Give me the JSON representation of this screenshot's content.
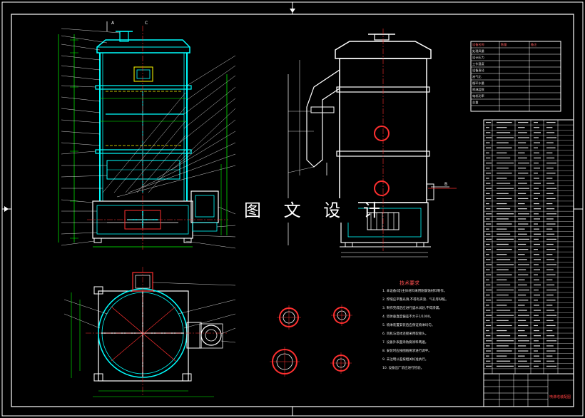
{
  "watermark": "图 文 设 计",
  "section_labels": {
    "a": "A",
    "b": "B",
    "c": "C"
  },
  "tech_notes": {
    "title": "技术要求",
    "items": [
      "1. 本设备(塔)主体材料采用耐腐蚀材料制作。",
      "2. 焊缝应平整光滑,不得有夹渣、气孔等缺陷。",
      "3. 制作完成后应进行盛水试验,不得渗漏。",
      "4. 塔体垂直度偏差不大于1/1000。",
      "5. 喷淋装置安装后应保证喷淋均匀。",
      "6. 风机与塔体连接采用软接头。",
      "7. 设备外表面涂防腐涂料两遍。",
      "8. 安装时应按图纸要求进行调平。",
      "9. 未注明公差按相关标准执行。",
      "10. 设备出厂前应进行检验。"
    ]
  },
  "spec_table": {
    "rows": [
      [
        "设备名称",
        "数量",
        "备注"
      ],
      [
        "处理风量",
        "",
        ""
      ],
      [
        "设计压力",
        "",
        ""
      ],
      [
        "工作温度",
        "",
        ""
      ],
      [
        "设备直径",
        "",
        ""
      ],
      [
        "液气比",
        "",
        ""
      ],
      [
        "循环水量",
        "",
        ""
      ],
      [
        "喷淋层数",
        "",
        ""
      ],
      [
        "电机功率",
        "",
        ""
      ],
      [
        "总重",
        "",
        ""
      ]
    ]
  },
  "title_block": {
    "name": "喷淋塔装配图"
  },
  "colors": {
    "background": "#000000",
    "outline": "#ffffff",
    "vessel": "#00ffff",
    "dimension": "#00ff00",
    "hidden": "#ffff00",
    "section": "#ff3030",
    "leader": "#40a0ff"
  }
}
